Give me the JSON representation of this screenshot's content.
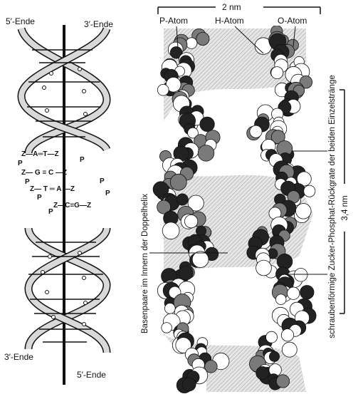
{
  "left_model": {
    "top_left_label": "5′-Ende",
    "top_right_label": "3′-Ende",
    "bottom_left_label": "3′-Ende",
    "bottom_right_label": "5′-Ende",
    "base_pair_rows": [
      "Z—A═T—Z",
      "P",
      "Z— G ≡ C —Z",
      "P",
      "Z— T ═ A —Z",
      "P",
      "Z—C≡G—Z"
    ],
    "extra_p_labels": [
      "P",
      "P",
      "P",
      "P"
    ]
  },
  "right_model": {
    "scale_top": "2 nm",
    "atom_labels": [
      "P-Atom",
      "H-Atom",
      "O-Atom"
    ],
    "vertical_left": "Basenpaare im Innern der Doppelhelix",
    "vertical_right": "schraubenförmige Zucker-Phosphat-Rückgrate der beiden Einzelstränge",
    "scale_right": "3,4 nm"
  },
  "colors": {
    "ink": "#111111",
    "ribbon": "#d9d9d9",
    "atom_dark": "#222222",
    "atom_mid": "#7a7a7a",
    "atom_light": "#ffffff"
  }
}
